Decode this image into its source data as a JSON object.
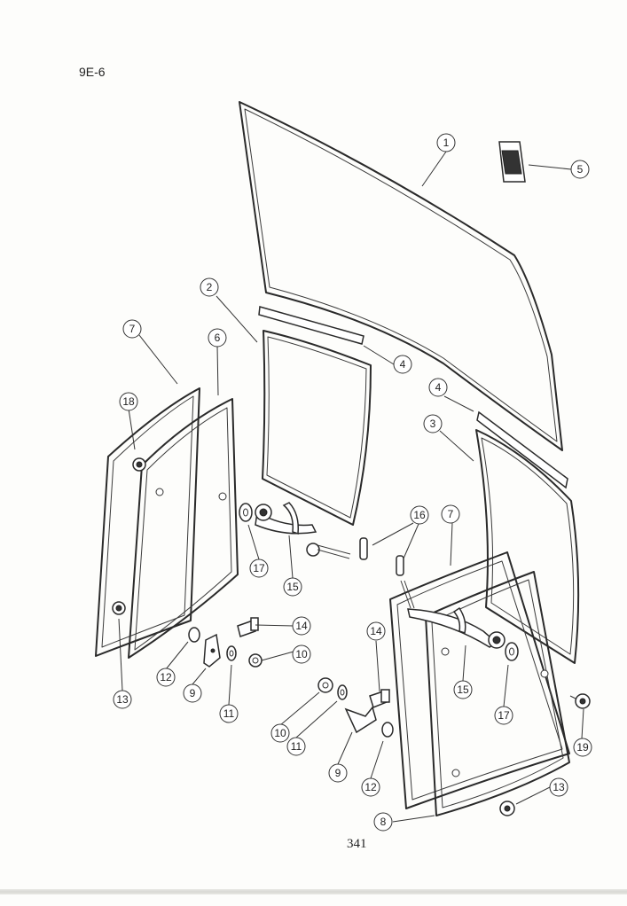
{
  "header": {
    "page_code": "9E-6"
  },
  "footer": {
    "page_number": "341"
  },
  "callouts": {
    "c1": "1",
    "c2": "2",
    "c3": "3",
    "c4a": "4",
    "c4b": "4",
    "c5": "5",
    "c6": "6",
    "c7a": "7",
    "c7b": "7",
    "c18": "18",
    "c13a": "13",
    "c13b": "13",
    "c12a": "12",
    "c12b": "12",
    "c9a": "9",
    "c9b": "9",
    "c11a": "11",
    "c11b": "11",
    "c10a": "10",
    "c10b": "10",
    "c14a": "14",
    "c14b": "14",
    "c15a": "15",
    "c15b": "15",
    "c16": "16",
    "c17a": "17",
    "c17b": "17",
    "c19": "19",
    "c8": "8"
  }
}
